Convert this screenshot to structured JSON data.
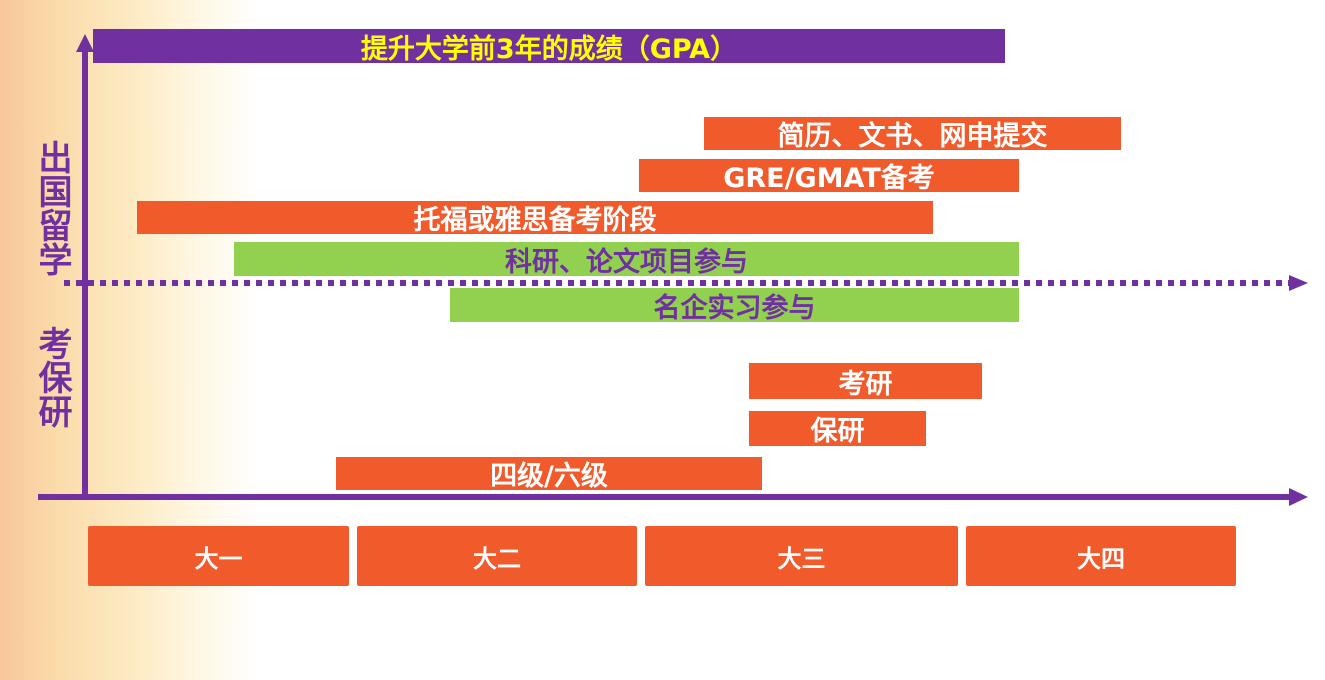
{
  "colors": {
    "orange": "#F15A2B",
    "purple": "#7030A0",
    "green": "#92D050",
    "yellow": "#FFFF00"
  },
  "axis_labels": {
    "abroad": "出国留学",
    "domestic": "考保研"
  },
  "bars": {
    "gpa": "提升大学前3年的成绩（GPA）",
    "application": "简历、文书、网申提交",
    "gre": "GRE/GMAT备考",
    "toefl": "托福或雅思备考阶段",
    "research": "科研、论文项目参与",
    "internship": "名企实习参与",
    "kaoyan": "考研",
    "baoyan": "保研",
    "cet": "四级/六级"
  },
  "years": [
    "大一",
    "大二",
    "大三",
    "大四"
  ]
}
